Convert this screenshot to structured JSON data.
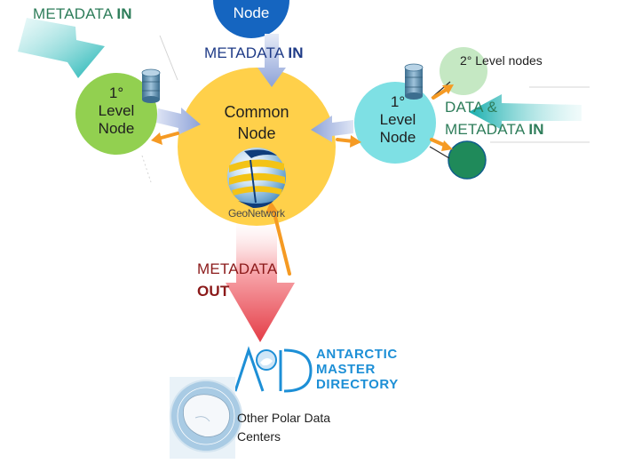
{
  "labels": {
    "metadata_in_topleft": {
      "main": "METADATA ",
      "bold": "IN"
    },
    "metadata_in_center": {
      "main": "METADATA ",
      "bold": "IN"
    },
    "data_metadata_in": {
      "line1": "DATA &",
      "line2_main": "METADATA ",
      "line2_bold": "IN"
    },
    "metadata_out": {
      "line1": "METADATA",
      "line2": "OUT"
    }
  },
  "nodes": {
    "top_node": "Node",
    "common_node": [
      "Common",
      "Node"
    ],
    "left_level1": [
      "1°",
      "Level",
      "Node"
    ],
    "right_level1": [
      "1°",
      "Level",
      "Node"
    ],
    "second_level": "2° Level nodes"
  },
  "logos": {
    "geonetwork": "GeoNetwork",
    "amd": [
      "ANTARCTIC",
      "MASTER",
      "DIRECTORY"
    ]
  },
  "other_centers": [
    "Other Polar Data",
    "Centers"
  ],
  "colors": {
    "level1_green": "#92d050",
    "common_yellow": "#ffd04a",
    "level1_cyan": "#7ee0e4",
    "teal_arrow": "#1fb3b3",
    "orange_arrow": "#f59a23",
    "red_arrow": "#e84a52",
    "label_green": "#2e7d5a",
    "label_navy": "#1f3b87",
    "label_darkred": "#8b1a1a",
    "amd_blue": "#1d8fd6"
  }
}
